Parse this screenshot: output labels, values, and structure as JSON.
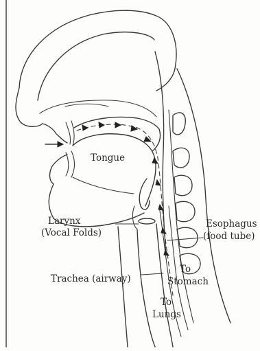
{
  "labels": {
    "tongue": "Tongue",
    "larynx_line1": "Larynx",
    "larynx_line2": "(Vocal Folds)",
    "esophagus_line1": "Esophagus",
    "esophagus_line2": "(food tube)",
    "trachea": "Trachea (airway)",
    "to_stomach_line1": "To",
    "to_stomach_line2": "Stomach",
    "to_lungs_line1": "To",
    "to_lungs_line2": "Lungs"
  },
  "colors": {
    "ink": "#3a3a3a",
    "paper": "#fdfdfb"
  }
}
